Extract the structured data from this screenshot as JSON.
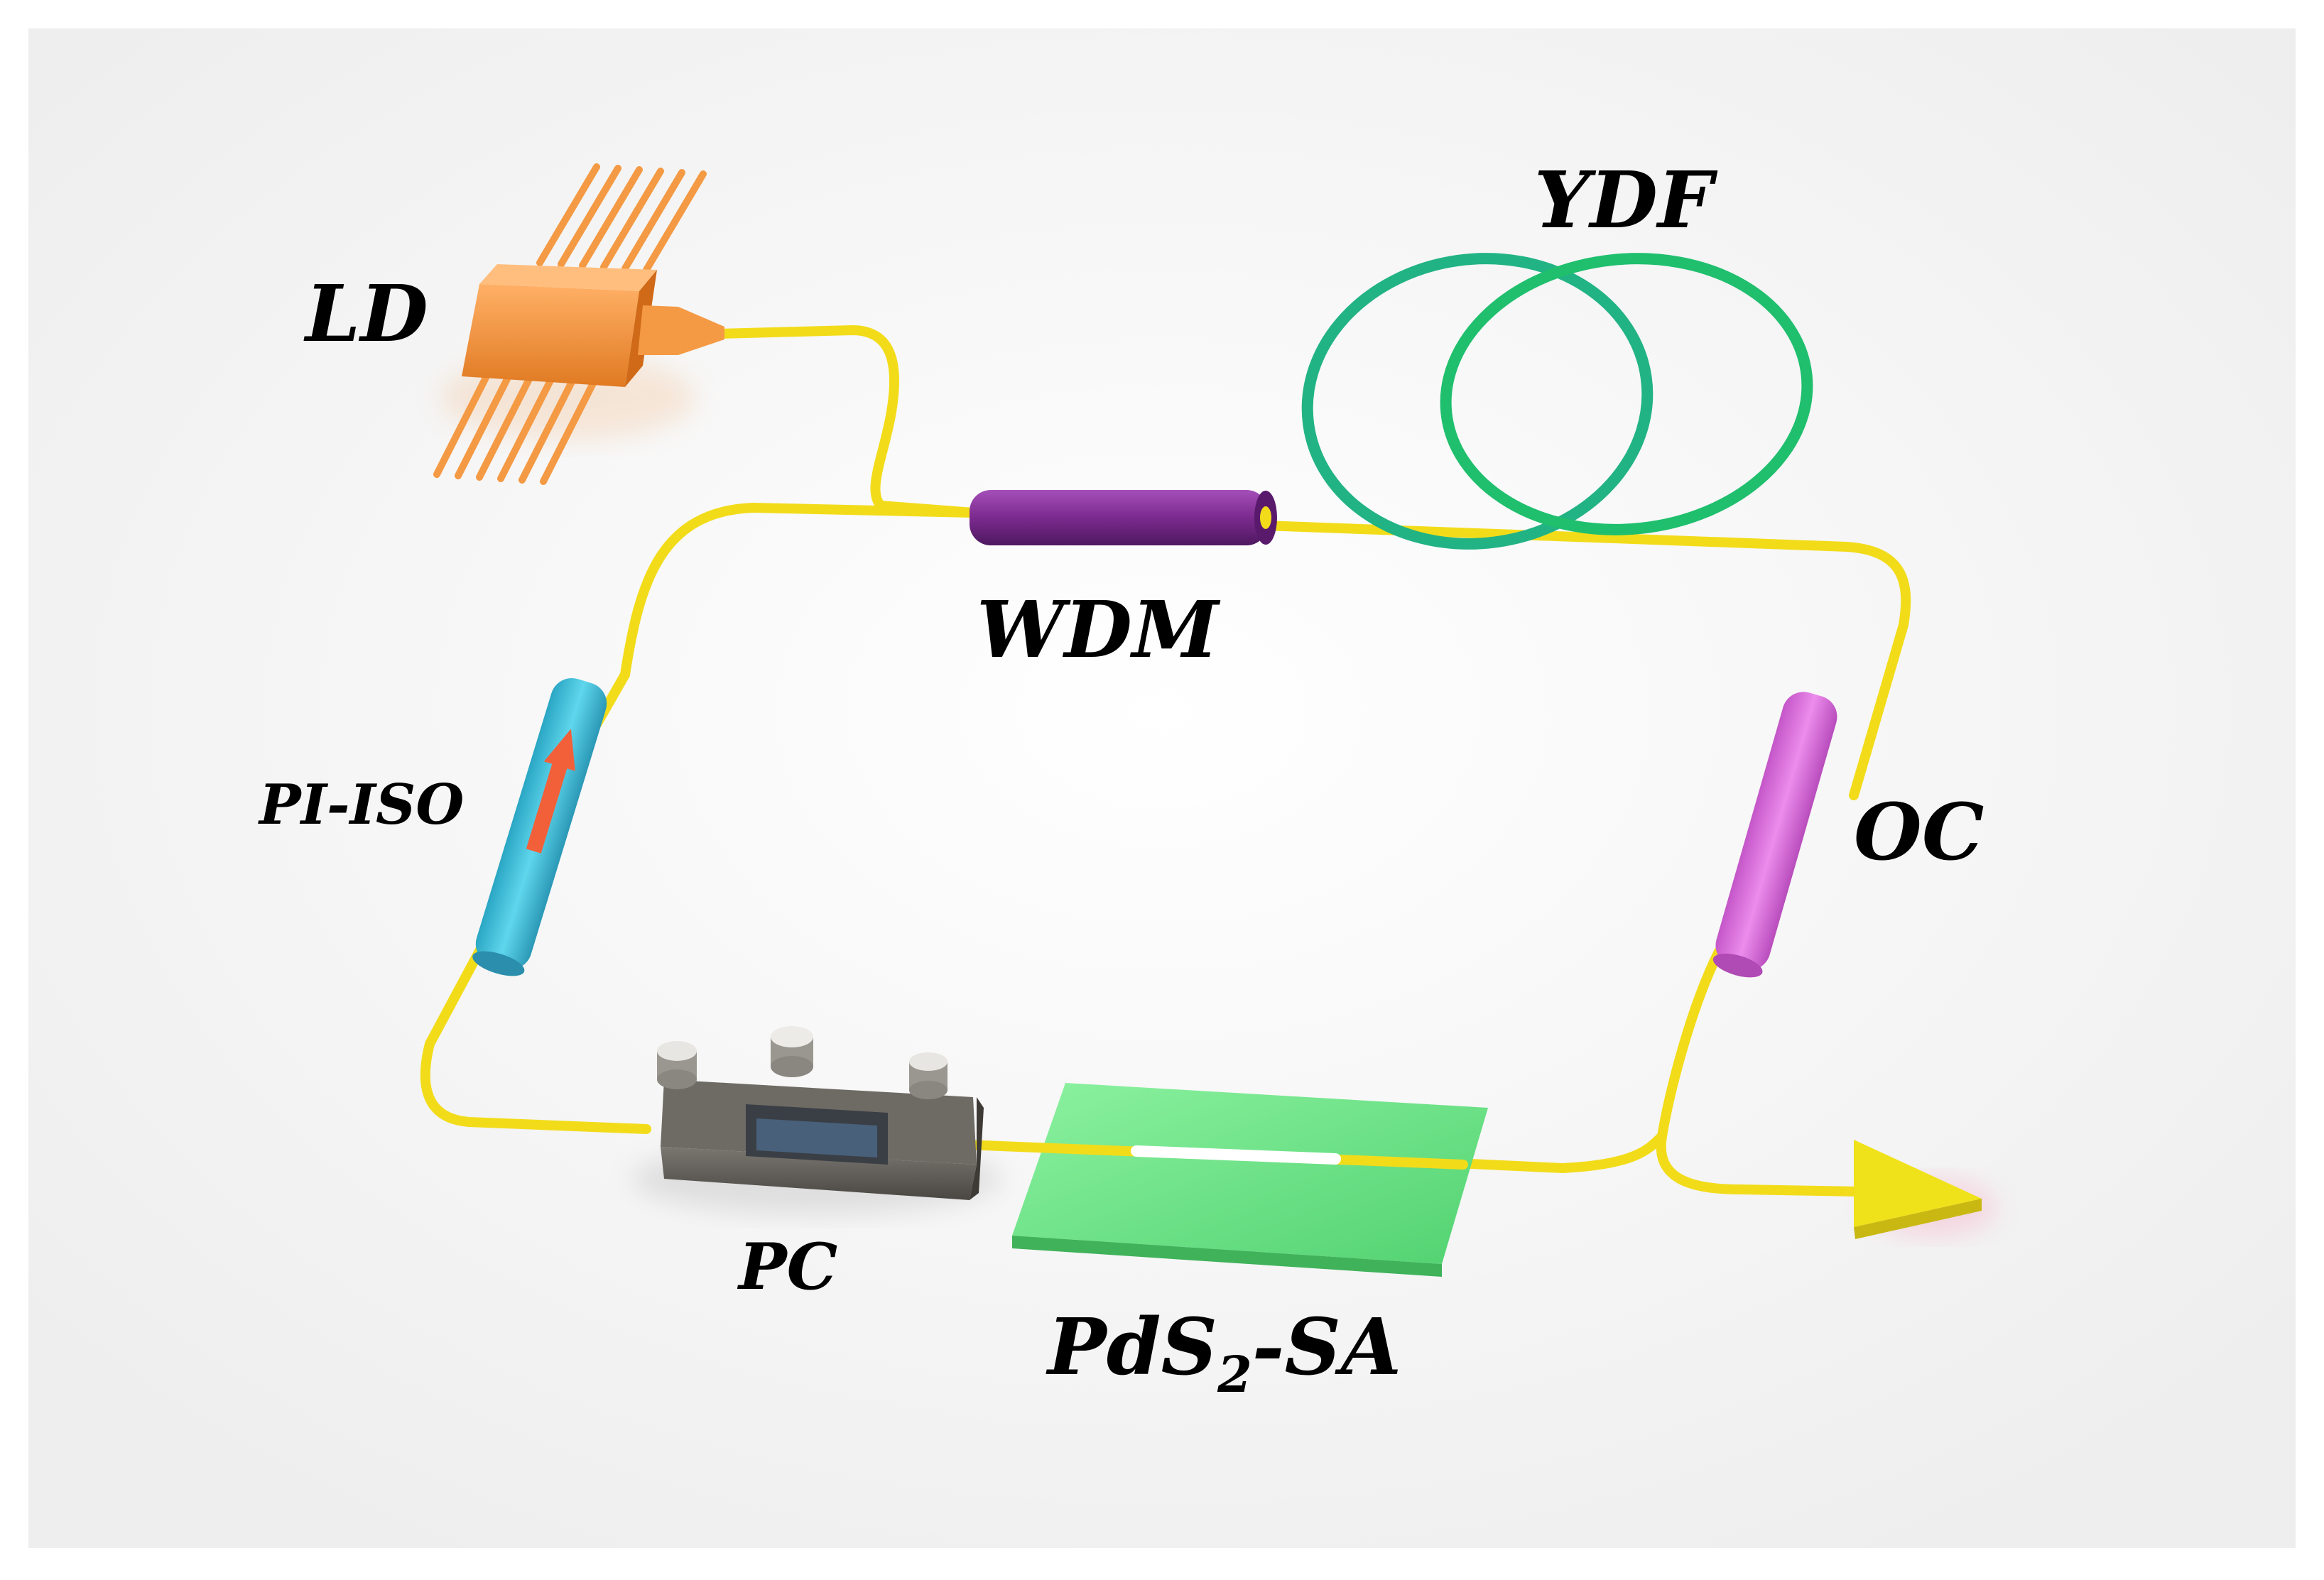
{
  "labels": {
    "ld": "LD",
    "ydf": "YDF",
    "wdm": "WDM",
    "pi_iso": "PI-ISO",
    "oc": "OC",
    "pc": "PC",
    "sa_main": "PdS",
    "sa_sub": "2",
    "sa_suffix": "-SA"
  },
  "colors": {
    "fiber": "#f2dc1a",
    "ld_body": "#f7933a",
    "ydf_coil": "#1fb67a",
    "wdm": "#7b2a8e",
    "iso": "#3cc2dc",
    "iso_arrow": "#f2603a",
    "oc": "#dc6fdc",
    "pc_body": "#5e5a55",
    "sa_plate": "#6ee88a",
    "output_arrow": "#f0e21a"
  },
  "icons": {
    "output": "output-arrow-icon",
    "iso_direction": "direction-arrow-icon"
  }
}
